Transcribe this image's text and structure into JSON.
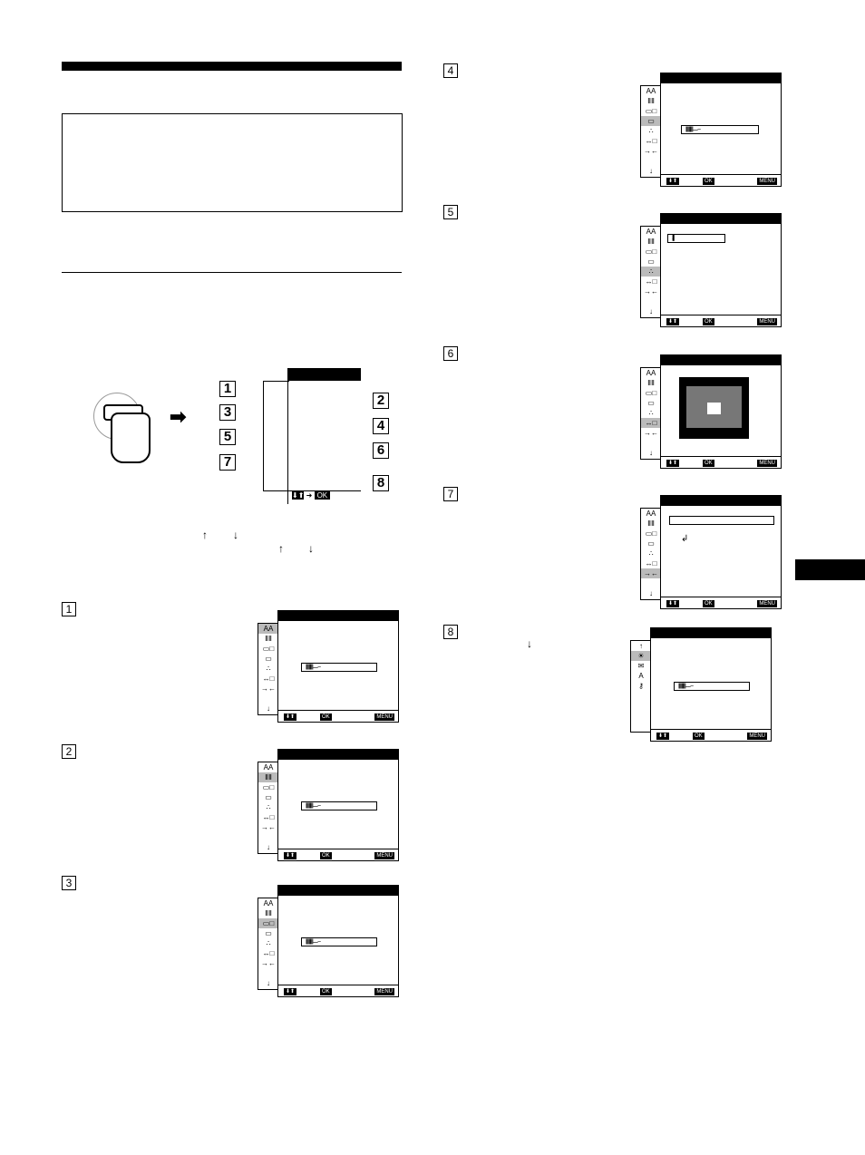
{
  "page": {
    "section_tab": "",
    "title": "",
    "note": ""
  },
  "overview": {
    "labels": [
      "1",
      "2",
      "3",
      "4",
      "5",
      "6",
      "7",
      "8"
    ],
    "arrows": {
      "up": "↑",
      "down": "↓",
      "right": "➡"
    },
    "footer": {
      "nav": "⬇⬆",
      "arrow": "➜",
      "ok": "OK"
    }
  },
  "osd": {
    "icons": [
      "AA",
      "ⅡⅡ",
      "▭□",
      "▭",
      "∴",
      "↔□",
      "→←",
      "↓"
    ],
    "icons2": [
      "↑",
      "☀",
      "✉",
      "A",
      "⚷"
    ],
    "ok": "OK",
    "menu": "MENU",
    "nav": "⬇⬆",
    "arrow": "➜",
    "bar_fill": "||||||||||||||........---"
  },
  "steps": [
    {
      "n": "1"
    },
    {
      "n": "2"
    },
    {
      "n": "3"
    },
    {
      "n": "4"
    },
    {
      "n": "5"
    },
    {
      "n": "6"
    },
    {
      "n": "7"
    },
    {
      "n": "8"
    }
  ],
  "step8": {
    "arrow": "↓"
  },
  "step7": {
    "return": "↲"
  },
  "step5": {
    "value": ".▌"
  }
}
